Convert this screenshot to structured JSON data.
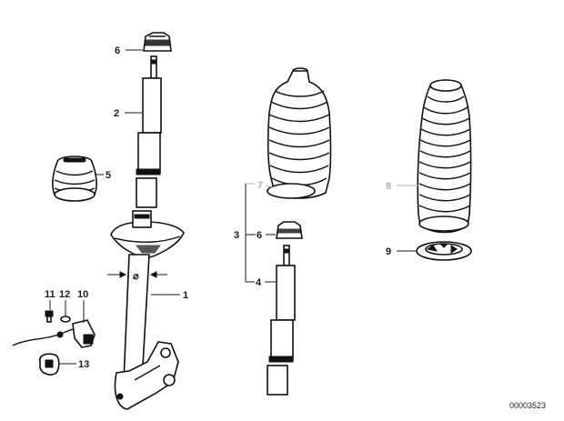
{
  "callouts": {
    "c1": "1",
    "c2": "2",
    "c3": "3",
    "c4": "4",
    "c5": "5",
    "c6a": "6",
    "c6b": "6",
    "c7": "7",
    "c8": "8",
    "c9": "9",
    "c10": "10",
    "c11": "11",
    "c12": "12",
    "c13": "13"
  },
  "diameter_symbol": "⌀",
  "document_number": "00003523"
}
